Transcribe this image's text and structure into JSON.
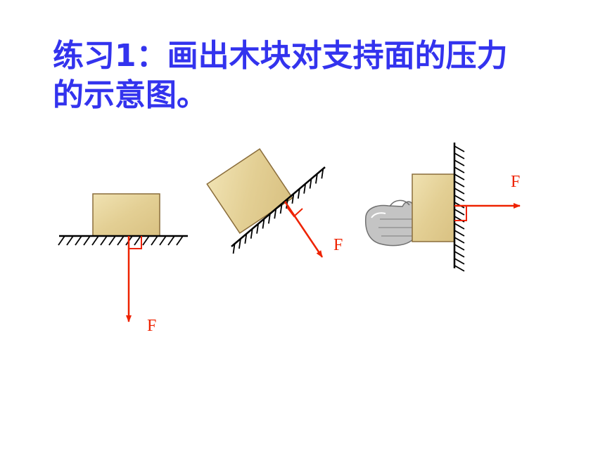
{
  "title": {
    "line1": "练习1：画出木块对支持面的压力",
    "line2": "的示意图。"
  },
  "colors": {
    "title": "#3333ee",
    "force": "#ee2200",
    "block_fill": "#ead9a3",
    "block_stroke": "#8a6d3b",
    "surface": "#000000"
  },
  "figures": [
    {
      "surface": "horizontal-ground",
      "force_label": "F"
    },
    {
      "surface": "inclined-plane",
      "force_label": "F"
    },
    {
      "surface": "vertical-wall",
      "force_label": "F"
    }
  ]
}
